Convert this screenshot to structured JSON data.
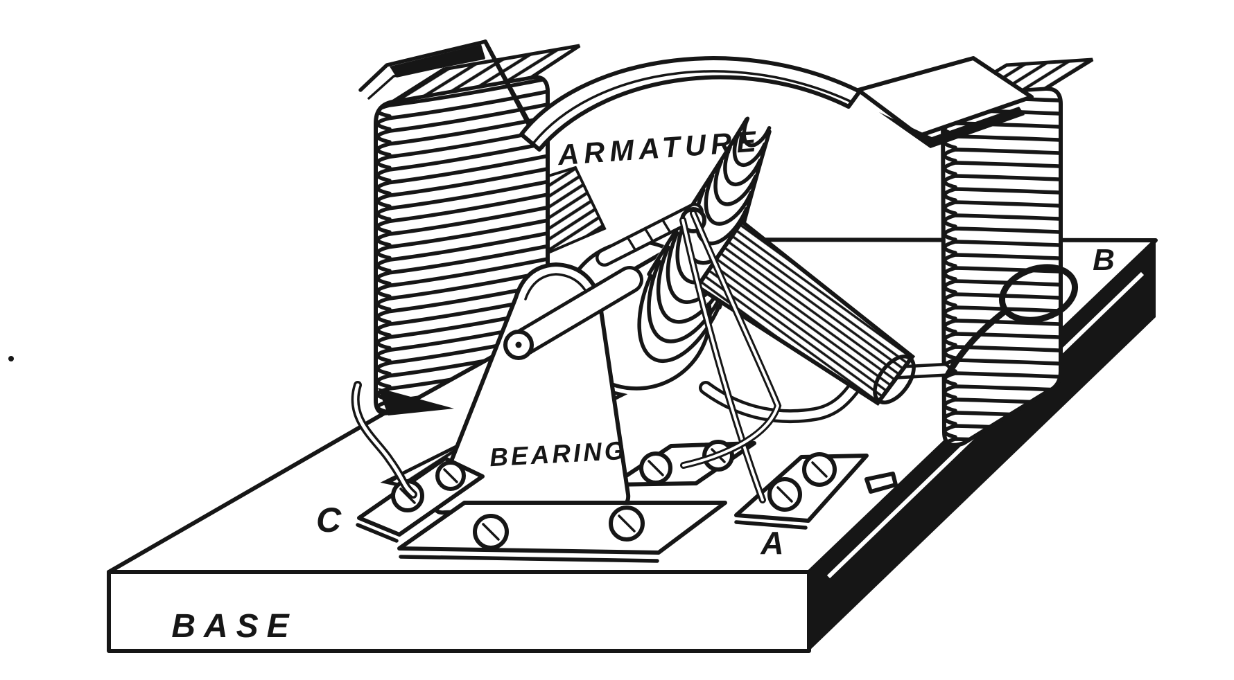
{
  "figure": {
    "paper_color": "#ffffff",
    "ink_color": "#161616",
    "labels": {
      "armature": "ARMATURE",
      "bearing": "BEARING",
      "base": "BASE",
      "terminal_c": "C",
      "terminal_a": "A",
      "terminal_b": "B"
    }
  }
}
